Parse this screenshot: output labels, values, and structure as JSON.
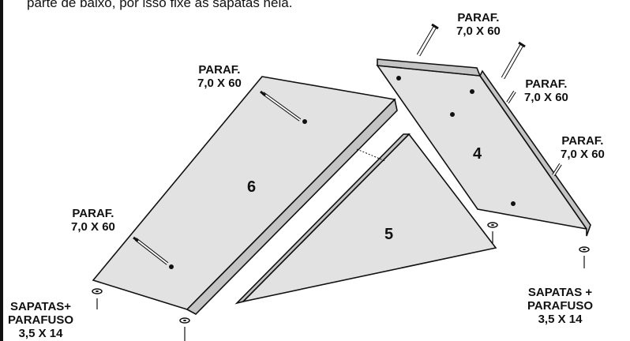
{
  "instruction": "parte de baixo, por isso fixe as sapatas nela.",
  "parts": {
    "p4": "4",
    "p5": "5",
    "p6": "6"
  },
  "labels": {
    "paraf_title": "PARAF.",
    "paraf_size": "7,0 X 60",
    "sapatas_left_1": "SAPATAS+",
    "sapatas_left_2": "PARAFUSO",
    "sapatas_left_3": "3,5 X 14",
    "sapatas_right_1": "SAPATAS +",
    "sapatas_right_2": "PARAFUSO",
    "sapatas_right_3": "3,5 X 14"
  },
  "colors": {
    "panel_fill": "#e2e2e2",
    "panel_edge": "#c4c4c4",
    "outline": "#111111"
  }
}
